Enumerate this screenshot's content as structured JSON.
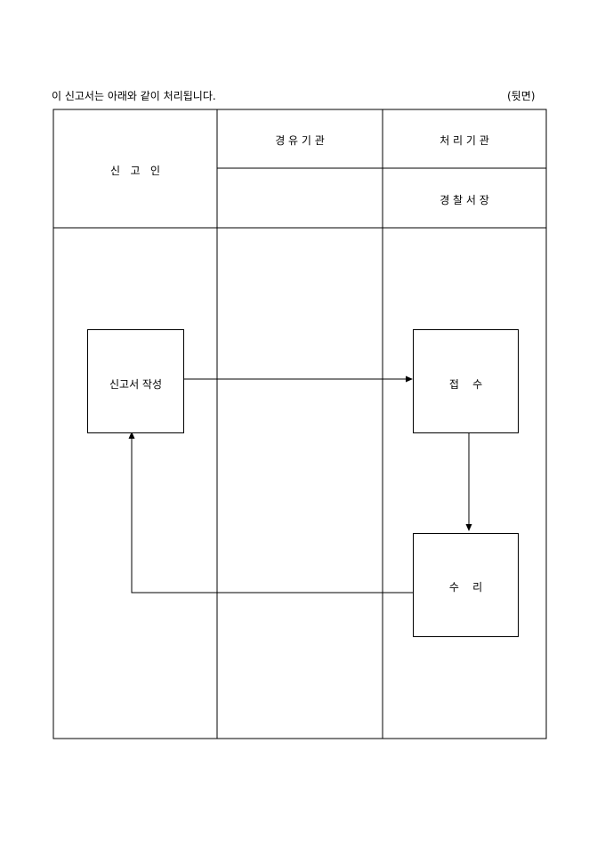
{
  "header": {
    "notice": "이 신고서는 아래와 같이 처리됩니다.",
    "page_side": "(뒷면)"
  },
  "table": {
    "col_applicant": "신   고   인",
    "col_via": "경 유 기 관",
    "col_processing": "처 리 기 관",
    "col_processing_sub": "경 찰 서 장"
  },
  "flow": {
    "write": "신고서 작성",
    "receive": "접    수",
    "accept": "수    리"
  }
}
